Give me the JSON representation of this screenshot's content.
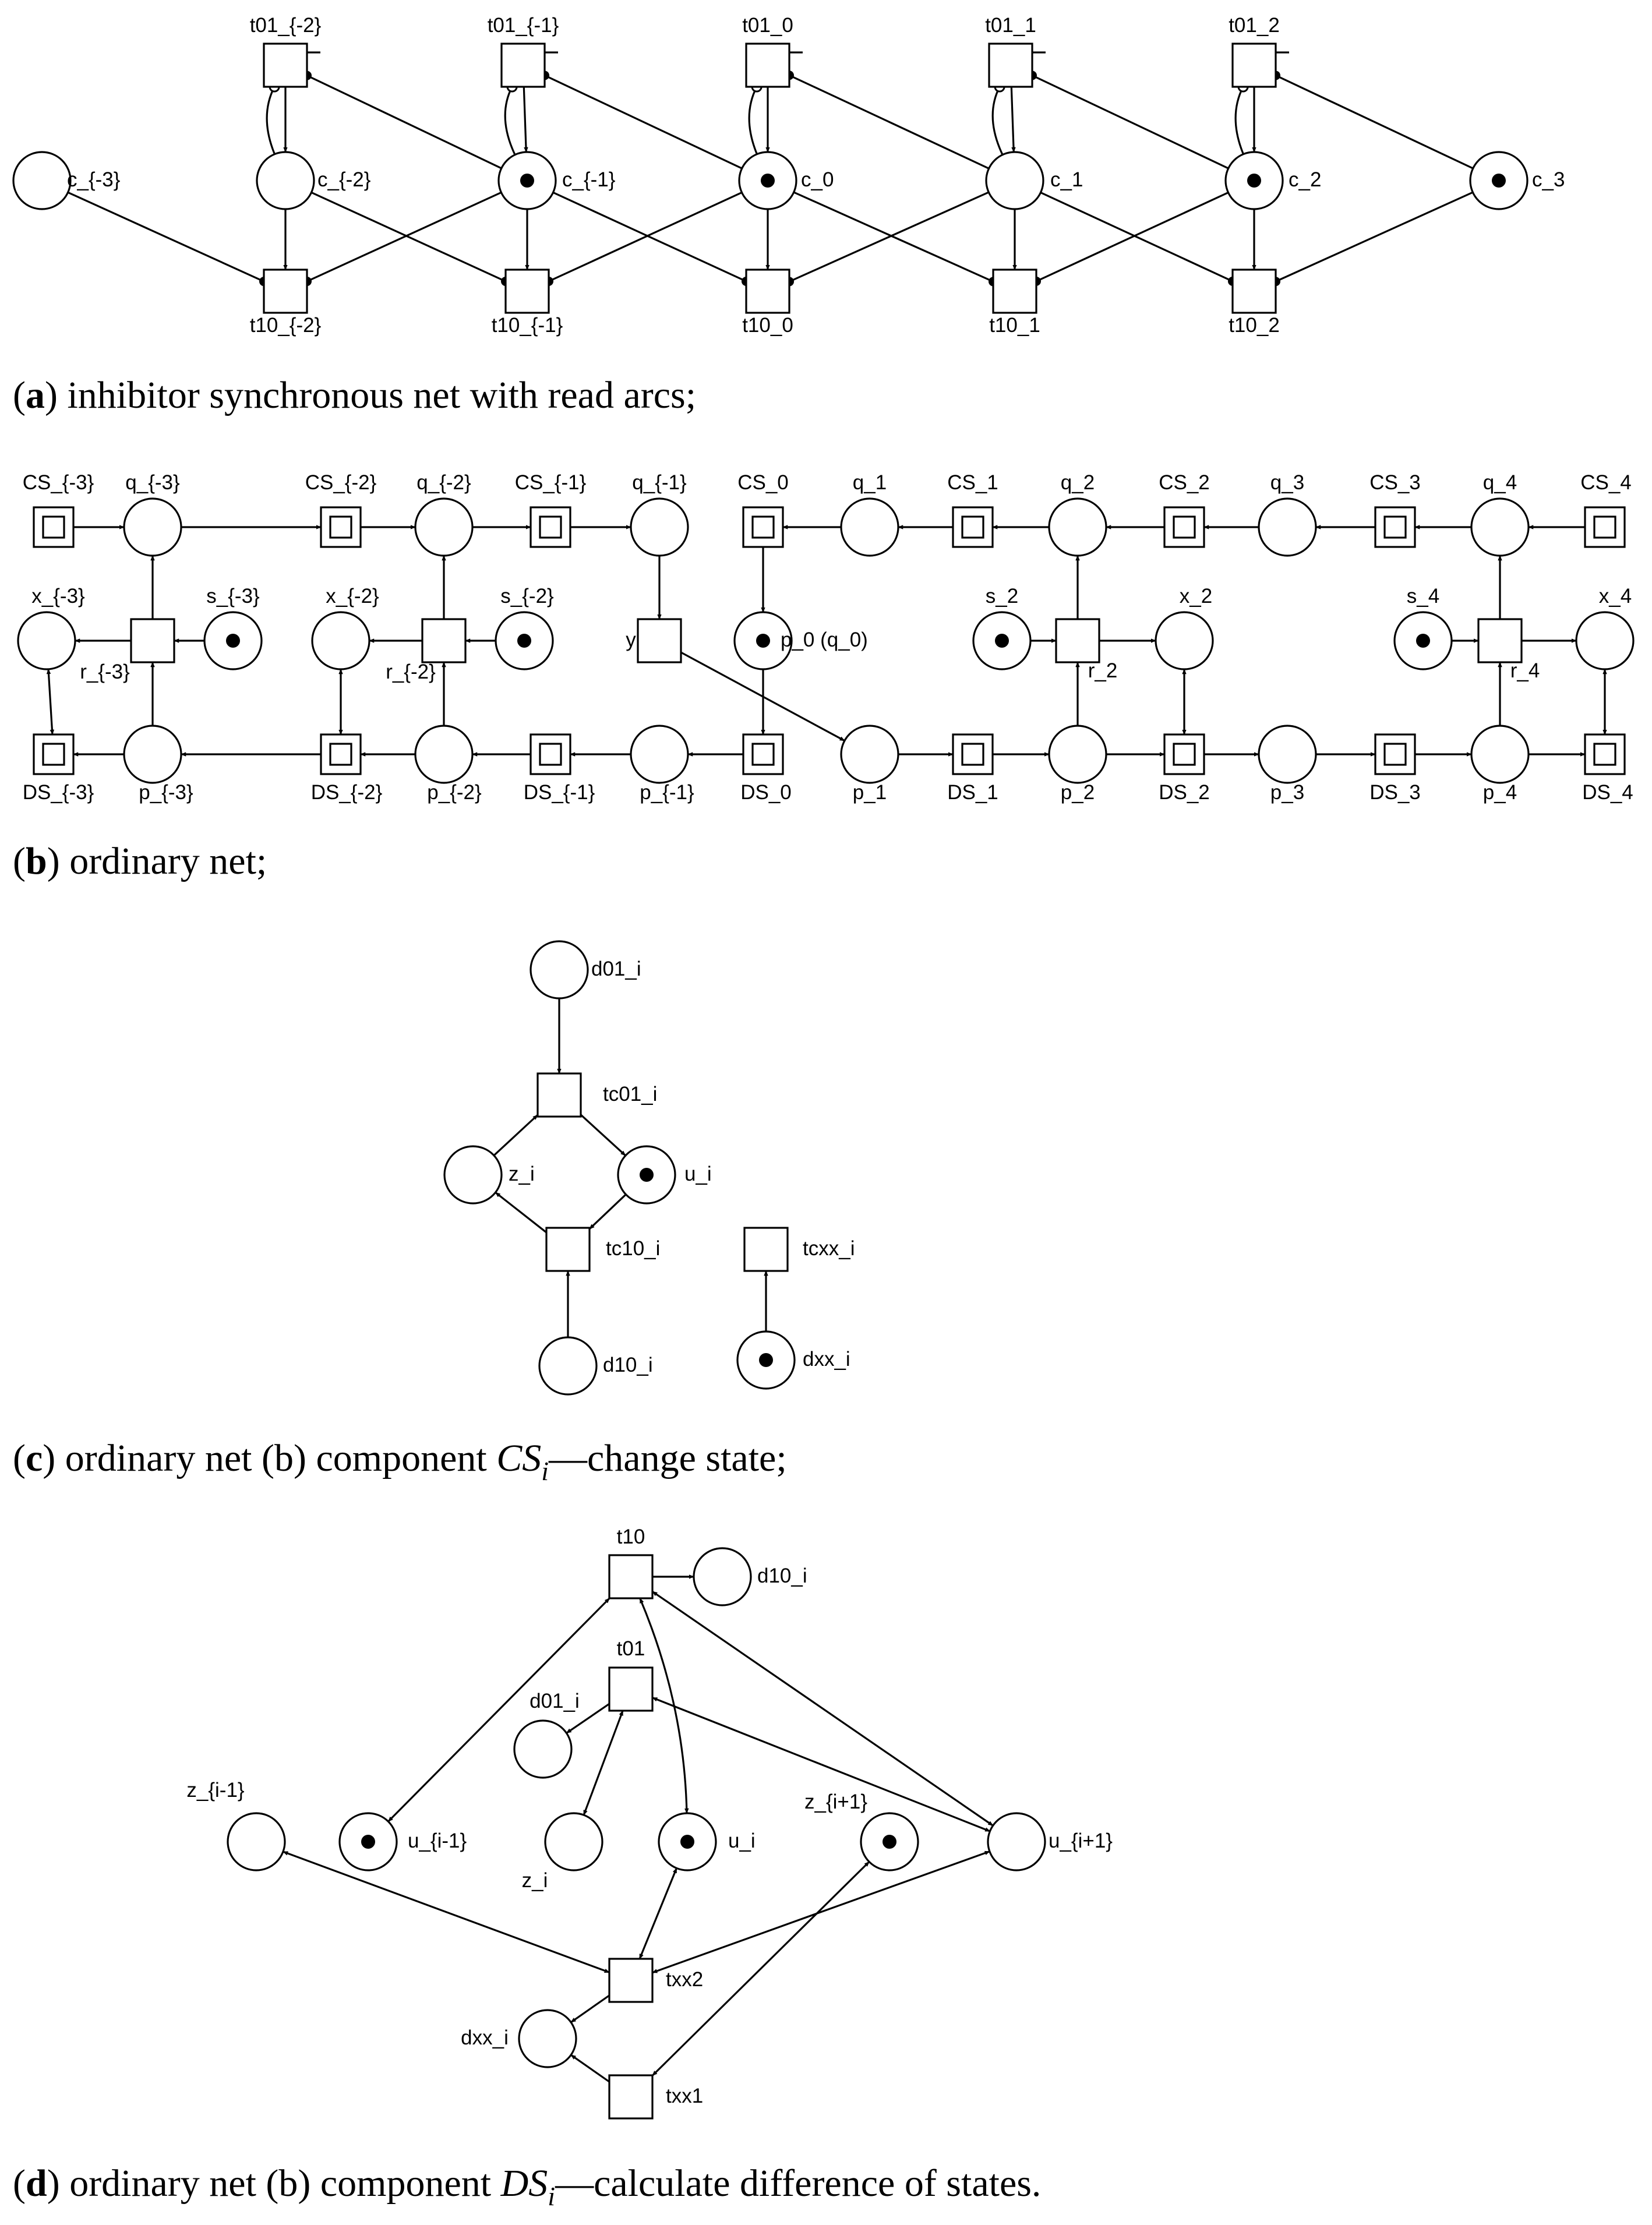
{
  "panels": [
    {
      "id": "a",
      "caption": {
        "letter": "a",
        "text": " inhibitor synchronous net with read arcs;"
      },
      "nodes": {
        "t01_m2": {
          "kind": "transition",
          "label": "t01_{-2}"
        },
        "t01_m1": {
          "kind": "transition",
          "label": "t01_{-1}"
        },
        "t01_0": {
          "kind": "transition",
          "label": "t01_0"
        },
        "t01_1": {
          "kind": "transition",
          "label": "t01_1"
        },
        "t01_2": {
          "kind": "transition",
          "label": "t01_2"
        },
        "c_m3": {
          "kind": "place",
          "label": "c_{-3}",
          "token": false
        },
        "c_m2": {
          "kind": "place",
          "label": "c_{-2}",
          "token": false
        },
        "c_m1": {
          "kind": "place",
          "label": "c_{-1}",
          "token": true
        },
        "c_0": {
          "kind": "place",
          "label": "c_0",
          "token": true
        },
        "c_1": {
          "kind": "place",
          "label": "c_1",
          "token": false
        },
        "c_2": {
          "kind": "place",
          "label": "c_2",
          "token": true
        },
        "c_3": {
          "kind": "place",
          "label": "c_3",
          "token": true
        },
        "t10_m2": {
          "kind": "transition",
          "label": "t10_{-2}"
        },
        "t10_m1": {
          "kind": "transition",
          "label": "t10_{-1}"
        },
        "t10_0": {
          "kind": "transition",
          "label": "t10_0"
        },
        "t10_1": {
          "kind": "transition",
          "label": "t10_1"
        },
        "t10_2": {
          "kind": "transition",
          "label": "t10_2"
        }
      }
    },
    {
      "id": "b",
      "caption": {
        "letter": "b",
        "text": " ordinary net;"
      },
      "nodes": {
        "CS_m3": {
          "kind": "component",
          "label": "CS_{-3}"
        },
        "CS_m2": {
          "kind": "component",
          "label": "CS_{-2}"
        },
        "CS_m1": {
          "kind": "component",
          "label": "CS_{-1}"
        },
        "CS_0": {
          "kind": "component",
          "label": "CS_0"
        },
        "CS_1": {
          "kind": "component",
          "label": "CS_1"
        },
        "CS_2": {
          "kind": "component",
          "label": "CS_2"
        },
        "CS_3": {
          "kind": "component",
          "label": "CS_3"
        },
        "CS_4": {
          "kind": "component",
          "label": "CS_4"
        },
        "q_m3": {
          "kind": "place",
          "label": "q_{-3}",
          "token": false
        },
        "q_m2": {
          "kind": "place",
          "label": "q_{-2}",
          "token": false
        },
        "q_m1": {
          "kind": "place",
          "label": "q_{-1}",
          "token": false
        },
        "q_1": {
          "kind": "place",
          "label": "q_1",
          "token": false
        },
        "q_2": {
          "kind": "place",
          "label": "q_2",
          "token": false
        },
        "q_3": {
          "kind": "place",
          "label": "q_3",
          "token": false
        },
        "q_4": {
          "kind": "place",
          "label": "q_4",
          "token": false
        },
        "x_m3": {
          "kind": "place",
          "label": "x_{-3}",
          "token": false
        },
        "x_m2": {
          "kind": "place",
          "label": "x_{-2}",
          "token": false
        },
        "x_2": {
          "kind": "place",
          "label": "x_2",
          "token": false
        },
        "x_4": {
          "kind": "place",
          "label": "x_4",
          "token": false
        },
        "s_m3": {
          "kind": "place",
          "label": "s_{-3}",
          "token": true
        },
        "s_m2": {
          "kind": "place",
          "label": "s_{-2}",
          "token": true
        },
        "s_2": {
          "kind": "place",
          "label": "s_2",
          "token": true
        },
        "s_4": {
          "kind": "place",
          "label": "s_4",
          "token": true
        },
        "p_0": {
          "kind": "place",
          "label": "p_0 (q_0)",
          "token": true
        },
        "r_m3": {
          "kind": "transition",
          "label": "r_{-3}"
        },
        "r_m2": {
          "kind": "transition",
          "label": "r_{-2}"
        },
        "r_2": {
          "kind": "transition",
          "label": "r_2"
        },
        "r_4": {
          "kind": "transition",
          "label": "r_4"
        },
        "y": {
          "kind": "transition",
          "label": "y"
        },
        "DS_m3": {
          "kind": "component",
          "label": "DS_{-3}"
        },
        "DS_m2": {
          "kind": "component",
          "label": "DS_{-2}"
        },
        "DS_m1": {
          "kind": "component",
          "label": "DS_{-1}"
        },
        "DS_0": {
          "kind": "component",
          "label": "DS_0"
        },
        "DS_1": {
          "kind": "component",
          "label": "DS_1"
        },
        "DS_2": {
          "kind": "component",
          "label": "DS_2"
        },
        "DS_3": {
          "kind": "component",
          "label": "DS_3"
        },
        "DS_4": {
          "kind": "component",
          "label": "DS_4"
        },
        "p_m3": {
          "kind": "place",
          "label": "p_{-3}",
          "token": false
        },
        "p_m2": {
          "kind": "place",
          "label": "p_{-2}",
          "token": false
        },
        "p_m1": {
          "kind": "place",
          "label": "p_{-1}",
          "token": false
        },
        "p_1": {
          "kind": "place",
          "label": "p_1",
          "token": false
        },
        "p_2": {
          "kind": "place",
          "label": "p_2",
          "token": false
        },
        "p_3": {
          "kind": "place",
          "label": "p_3",
          "token": false
        },
        "p_4": {
          "kind": "place",
          "label": "p_4",
          "token": false
        }
      }
    },
    {
      "id": "c",
      "caption": {
        "letter": "c",
        "text": " ordinary net (b) component ",
        "math": "CS",
        "sub": "i",
        "after": "—change state;"
      },
      "nodes": {
        "d01_i": {
          "kind": "place",
          "label": "d01_i",
          "token": false
        },
        "tc01_i": {
          "kind": "transition",
          "label": "tc01_i"
        },
        "z_i": {
          "kind": "place",
          "label": "z_i",
          "token": false
        },
        "u_i": {
          "kind": "place",
          "label": "u_i",
          "token": true
        },
        "tc10_i": {
          "kind": "transition",
          "label": "tc10_i"
        },
        "d10_i": {
          "kind": "place",
          "label": "d10_i",
          "token": false
        },
        "tcxx_i": {
          "kind": "transition",
          "label": "tcxx_i"
        },
        "dxx_i": {
          "kind": "place",
          "label": "dxx_i",
          "token": true
        }
      }
    },
    {
      "id": "d",
      "caption": {
        "letter": "d",
        "text": " ordinary net (b) component ",
        "math": "DS",
        "sub": "i",
        "after": "—calculate difference of states."
      },
      "nodes": {
        "t10": {
          "kind": "transition",
          "label": "t10"
        },
        "d10_i": {
          "kind": "place",
          "label": "d10_i",
          "token": false
        },
        "t01": {
          "kind": "transition",
          "label": "t01"
        },
        "d01_i": {
          "kind": "place",
          "label": "d01_i",
          "token": false
        },
        "z_im1": {
          "kind": "place",
          "label": "z_{i-1}",
          "token": false
        },
        "u_im1": {
          "kind": "place",
          "label": "u_{i-1}",
          "token": true
        },
        "z_i": {
          "kind": "place",
          "label": "z_i",
          "token": false
        },
        "u_i": {
          "kind": "place",
          "label": "u_i",
          "token": true
        },
        "z_ip1": {
          "kind": "place",
          "label": "z_{i+1}",
          "token": true
        },
        "u_ip1": {
          "kind": "place",
          "label": "u_{i+1}",
          "token": false
        },
        "txx2": {
          "kind": "transition",
          "label": "txx2"
        },
        "dxx_i": {
          "kind": "place",
          "label": "dxx_i",
          "token": false
        },
        "txx1": {
          "kind": "transition",
          "label": "txx1"
        }
      }
    }
  ]
}
